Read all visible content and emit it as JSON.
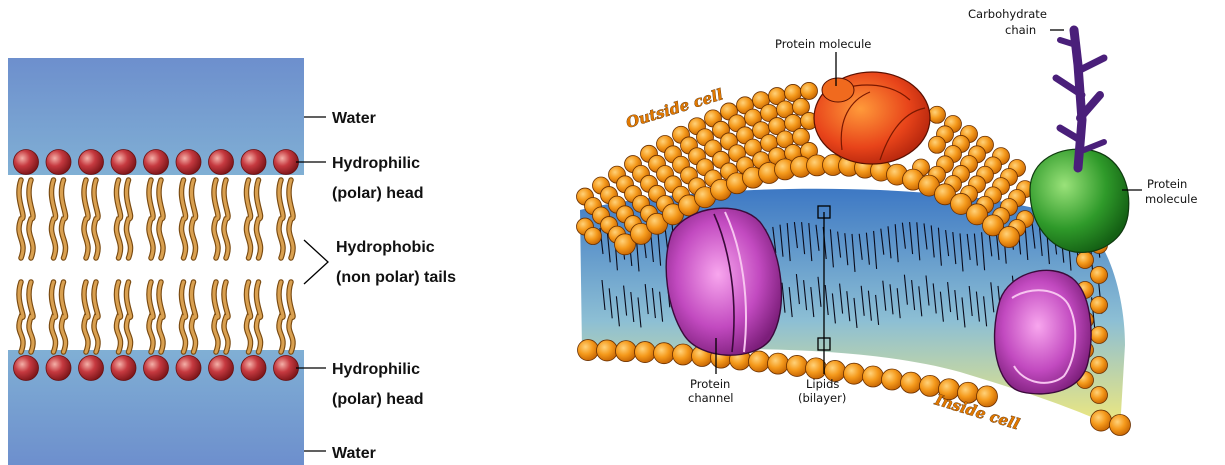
{
  "left_diagram": {
    "labels": {
      "water_top": "Water",
      "head_top_line1": "Hydrophilic",
      "head_top_line2": "(polar) head",
      "tails_line1": "Hydrophobic",
      "tails_line2": "(non polar) tails",
      "head_bottom_line1": "Hydrophilic",
      "head_bottom_line2": "(polar) head",
      "water_bottom": "Water"
    },
    "colors": {
      "water_top": "#6f92cf",
      "water_mid": "#8ec5d9",
      "head": "#b8323b",
      "tail": "#c98a34"
    }
  },
  "right_diagram": {
    "labels": {
      "outside_cell": "Outside cell",
      "inside_cell": "Inside cell",
      "protein_molecule_top": "Protein molecule",
      "carbohydrate_line1": "Carbohydrate",
      "carbohydrate_line2": "chain",
      "protein_molecule_right_line1": "Protein",
      "protein_molecule_right_line2": "molecule",
      "protein_channel_line1": "Protein",
      "protein_channel_line2": "channel",
      "lipids_line1": "Lipids",
      "lipids_line2": "(bilayer)"
    },
    "colors": {
      "lipid_head": "#f39a1c",
      "bilayer_top": "#5b8fc9",
      "bilayer_bottom": "#e8e27a",
      "protein_red": "#e2421a",
      "protein_green": "#2f9a2a",
      "channel_purple": "#b43fb2",
      "carbohydrate": "#5b2a8a"
    }
  }
}
